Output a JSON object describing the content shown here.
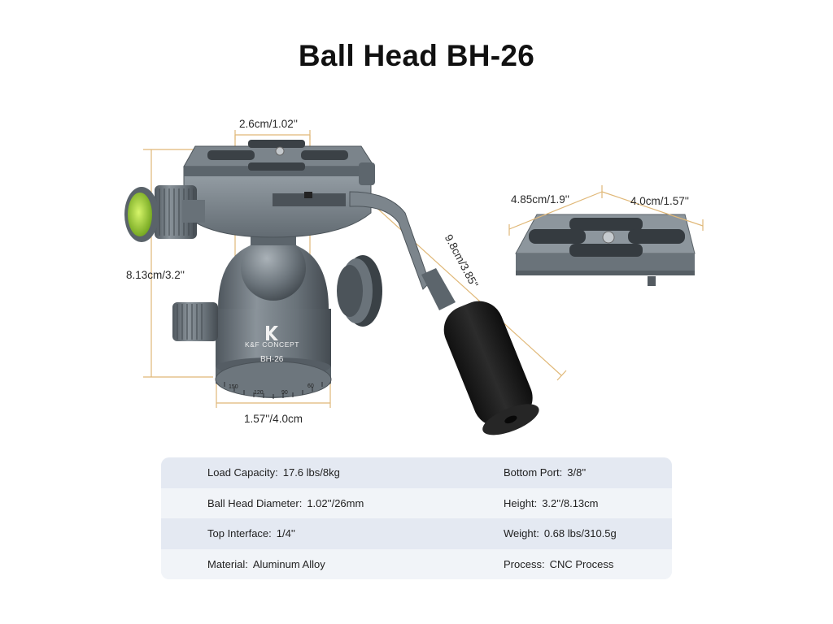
{
  "title": "Ball Head BH-26",
  "dimensions": {
    "qr_width": "2.6cm/1.02''",
    "height": "8.13cm/3.2''",
    "handle_length": "9.8cm/3.85''",
    "base_width": "1.57''/4.0cm",
    "plate_length": "4.85cm/1.9''",
    "plate_width": "4.0cm/1.57''"
  },
  "product": {
    "brand_text": "K&F CONCEPT",
    "model_text": "BH-26",
    "scale_marks": [
      "150",
      "120",
      "90",
      "60"
    ]
  },
  "specs": [
    {
      "left": {
        "label": "Load Capacity:",
        "value": "17.6 lbs/8kg"
      },
      "right": {
        "label": "Bottom Port:",
        "value": "3/8''"
      }
    },
    {
      "left": {
        "label": "Ball Head Diameter:",
        "value": "1.02''/26mm"
      },
      "right": {
        "label": "Height:",
        "value": "3.2''/8.13cm"
      }
    },
    {
      "left": {
        "label": "Top Interface:",
        "value": "1/4''"
      },
      "right": {
        "label": "Weight:",
        "value": "0.68 lbs/310.5g"
      }
    },
    {
      "left": {
        "label": "Material:",
        "value": "Aluminum Alloy"
      },
      "right": {
        "label": "Process:",
        "value": "CNC Process"
      }
    }
  ],
  "colors": {
    "metal": "#6f7880",
    "metal_dark": "#4c545b",
    "dimension_line": "#e0b878",
    "grip": "#1b1b1b",
    "bubble": "#9bd23a"
  }
}
